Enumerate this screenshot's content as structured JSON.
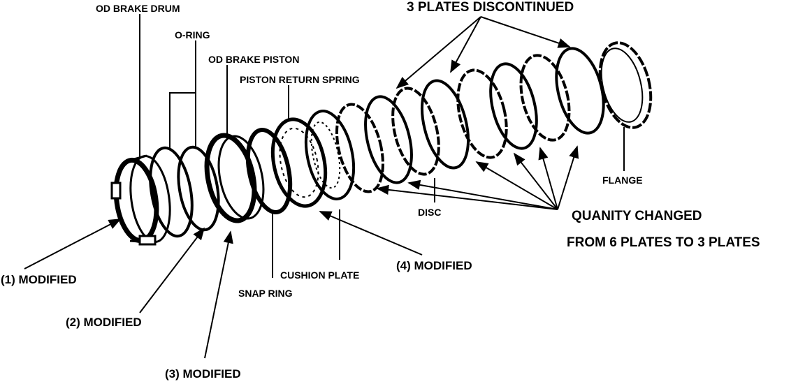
{
  "labels": {
    "od_brake_drum": "OD BRAKE DRUM",
    "o_ring": "O-RING",
    "od_brake_piston": "OD BRAKE PISTON",
    "piston_return_spring": "PISTON RETURN SPRING",
    "plates_discontinued": "3 PLATES DISCONTINUED",
    "flange": "FLANGE",
    "disc": "DISC",
    "quantity_line1": "QUANITY CHANGED",
    "quantity_line2": "FROM 6 PLATES TO 3 PLATES",
    "modified_1": "(1) MODIFIED",
    "modified_2": "(2)  MODIFIED",
    "modified_3": "(3)   MODIFIED",
    "modified_4": "(4) MODIFIED",
    "cushion_plate": "CUSHION PLATE",
    "snap_ring": "SNAP RING"
  },
  "colors": {
    "ink": "#000000",
    "paper": "#ffffff"
  }
}
